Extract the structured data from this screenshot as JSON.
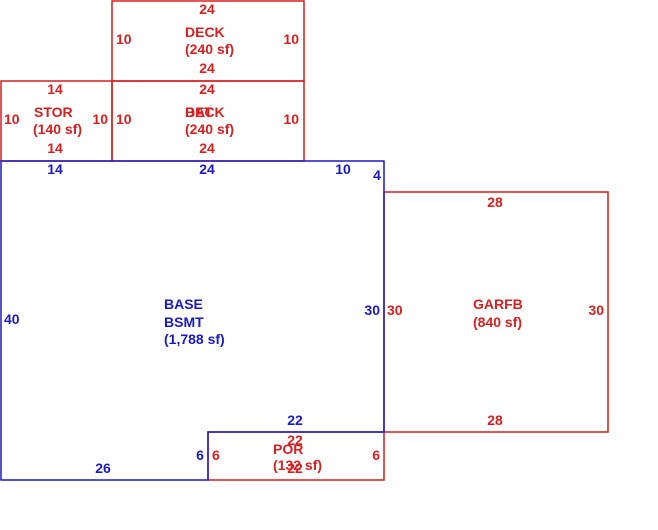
{
  "colors": {
    "red": "#d61f1f",
    "blue": "#1a1ac4",
    "background": "#ffffff"
  },
  "areas": {
    "deck_top": {
      "name": "DECK",
      "area": "(240 sf)",
      "dims": {
        "top": "24",
        "bottom": "24",
        "left": "10",
        "right": "10"
      }
    },
    "deck_lower": {
      "name": "DECK",
      "overlap_name": "BAT",
      "area": "(240 sf)",
      "dims": {
        "top": "24",
        "bottom": "24",
        "left": "10",
        "right": "10"
      }
    },
    "stor": {
      "name": "STOR",
      "area": "(140 sf)",
      "dims": {
        "top": "14",
        "bottom": "14",
        "left": "10",
        "right": "10"
      }
    },
    "base": {
      "name1": "BASE",
      "name2": "BSMT",
      "area": "(1,788 sf)",
      "dims": {
        "top_left": "14",
        "top_mid": "24",
        "top_right": "10",
        "right_top": "4",
        "right": "30",
        "left": "40",
        "bottom_inner": "22",
        "notch": "6",
        "bottom": "26"
      }
    },
    "garfb": {
      "name": "GARFB",
      "area": "(840 sf)",
      "dims": {
        "top": "28",
        "bottom": "28",
        "left": "30",
        "right": "30"
      }
    },
    "por": {
      "name": "POR",
      "area": "(132 sf)",
      "dims": {
        "top": "22",
        "bottom": "22",
        "left": "6",
        "right": "6"
      }
    }
  }
}
